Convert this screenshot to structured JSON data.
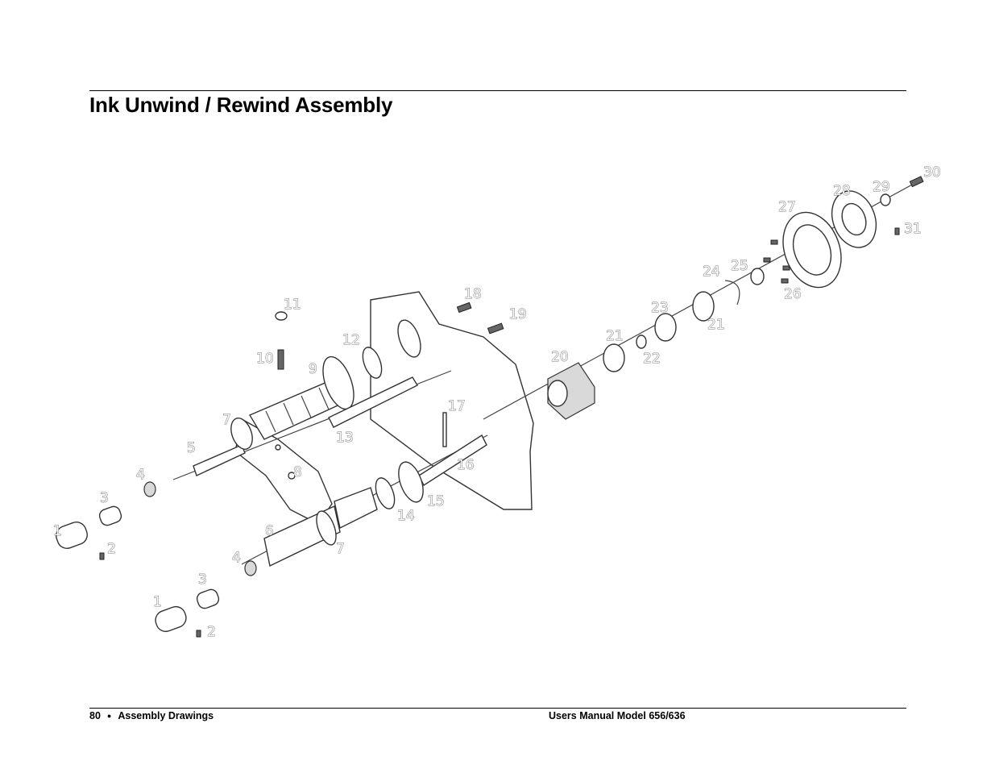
{
  "header": {
    "title": "Ink Unwind / Rewind Assembly"
  },
  "footer": {
    "page_number": "80",
    "bullet": "●",
    "section": "Assembly Drawings",
    "manual": "Users Manual Model 656/636"
  },
  "drawing": {
    "part_numbers": [
      "1",
      "2",
      "3",
      "4",
      "5",
      "6",
      "7",
      "8",
      "9",
      "10",
      "11",
      "12",
      "13",
      "14",
      "15",
      "16",
      "17",
      "18",
      "19",
      "20",
      "21",
      "22",
      "23",
      "24",
      "25",
      "26",
      "27",
      "28",
      "29",
      "30",
      "31"
    ],
    "labels": {
      "n1a": "1",
      "n2a": "2",
      "n3a": "3",
      "n4a": "4",
      "n1b": "1",
      "n2b": "2",
      "n3b": "3",
      "n4b": "4",
      "n5": "5",
      "n6": "6",
      "n7a": "7",
      "n7b": "7",
      "n8": "8",
      "n9": "9",
      "n10": "10",
      "n11": "11",
      "n12": "12",
      "n13": "13",
      "n14": "14",
      "n15": "15",
      "n16": "16",
      "n17": "17",
      "n18": "18",
      "n19": "19",
      "n20": "20",
      "n21a": "21",
      "n21b": "21",
      "n22": "22",
      "n23": "23",
      "n24": "24",
      "n25": "25",
      "n26": "26",
      "n27": "27",
      "n28": "28",
      "n29": "29",
      "n30": "30",
      "n31": "31"
    }
  }
}
